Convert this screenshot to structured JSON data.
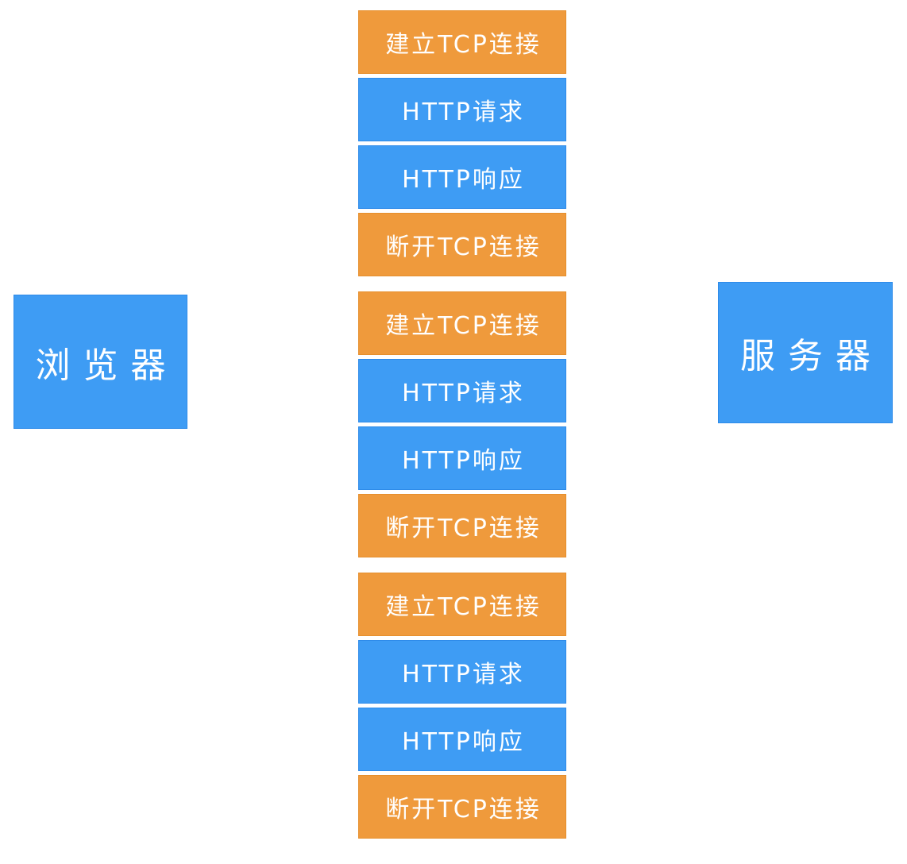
{
  "diagram": {
    "left_node": {
      "label": "浏览器"
    },
    "right_node": {
      "label": "服务器"
    },
    "groups": [
      {
        "steps": [
          {
            "label": "建立TCP连接",
            "type": "tcp-open"
          },
          {
            "label": "HTTP请求",
            "type": "http-request"
          },
          {
            "label": "HTTP响应",
            "type": "http-response"
          },
          {
            "label": "断开TCP连接",
            "type": "tcp-close"
          }
        ]
      },
      {
        "steps": [
          {
            "label": "建立TCP连接",
            "type": "tcp-open"
          },
          {
            "label": "HTTP请求",
            "type": "http-request"
          },
          {
            "label": "HTTP响应",
            "type": "http-response"
          },
          {
            "label": "断开TCP连接",
            "type": "tcp-close"
          }
        ]
      },
      {
        "steps": [
          {
            "label": "建立TCP连接",
            "type": "tcp-open"
          },
          {
            "label": "HTTP请求",
            "type": "http-request"
          },
          {
            "label": "HTTP响应",
            "type": "http-response"
          },
          {
            "label": "断开TCP连接",
            "type": "tcp-close"
          }
        ]
      }
    ]
  },
  "colors": {
    "blue": "#3E9CF4",
    "blue_border": "#2E8BE9",
    "orange": "#EF9A3C",
    "orange_border": "#E68F2D",
    "text": "#FFFFFF",
    "background": "#FFFFFF"
  }
}
